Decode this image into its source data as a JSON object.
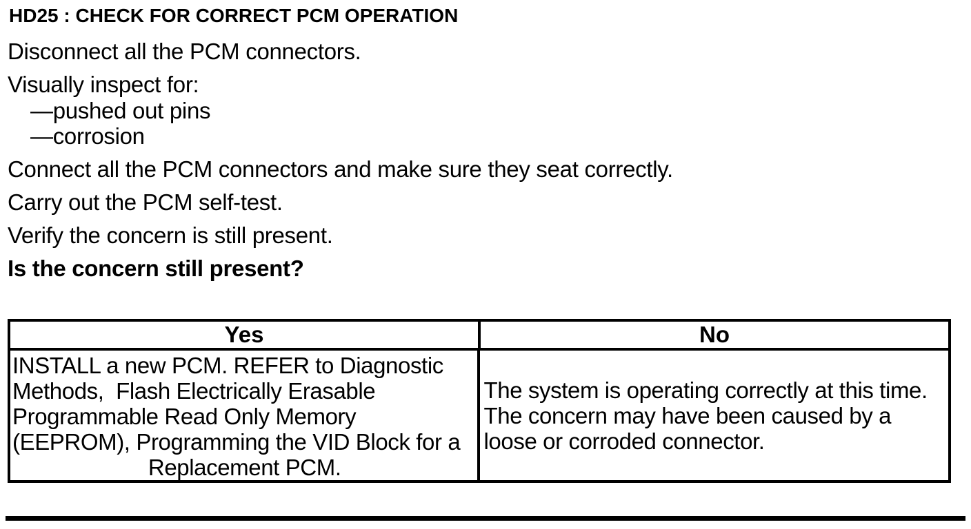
{
  "title": "HD25 : CHECK FOR CORRECT PCM OPERATION",
  "steps": {
    "disconnect": "Disconnect all the PCM connectors.",
    "inspect_intro": "Visually inspect for:",
    "inspect_items": [
      "—pushed out pins",
      "—corrosion"
    ],
    "connect": "Connect all the PCM connectors and make sure they seat correctly.",
    "self_test": "Carry out the PCM self-test.",
    "verify": "Verify the concern is still present.",
    "question": "Is the concern still present?"
  },
  "decision_table": {
    "yes_header": "Yes",
    "no_header": "No",
    "yes_lines": [
      "INSTALL a new PCM. REFER to Diagnostic",
      "Methods,  Flash Electrically Erasable",
      "Programmable Read Only Memory",
      "(EEPROM), Programming the VID Block for a",
      "Replacement PCM."
    ],
    "no_lines": [
      "The system is operating correctly at this time.",
      "The concern may have been caused by a",
      "loose or corroded connector."
    ]
  },
  "colors": {
    "text": "#000000",
    "background": "#ffffff",
    "border": "#000000"
  }
}
